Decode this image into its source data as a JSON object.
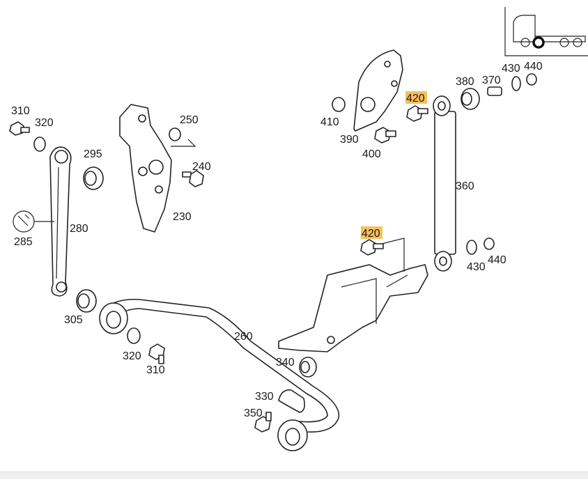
{
  "diagram": {
    "callouts": {
      "p310a": "310",
      "p320a": "320",
      "p295": "295",
      "p280": "280",
      "p285": "285",
      "p305": "305",
      "p250": "250",
      "p240": "240",
      "p230": "230",
      "p260": "260",
      "p320b": "320",
      "p310b": "310",
      "p330": "330",
      "p350": "350",
      "p340": "340",
      "p410": "410",
      "p390": "390",
      "p400": "400",
      "p420a": "420",
      "p420b": "420",
      "p380": "380",
      "p370": "370",
      "p430a": "430",
      "p440a": "440",
      "p360": "360",
      "p430b": "430",
      "p440b": "440"
    },
    "highlighted_callout": "420",
    "highlight_color": "#f6c15a",
    "icons": [
      "truck-rear-axle-position-icon",
      "wrench-tool-icon"
    ]
  }
}
